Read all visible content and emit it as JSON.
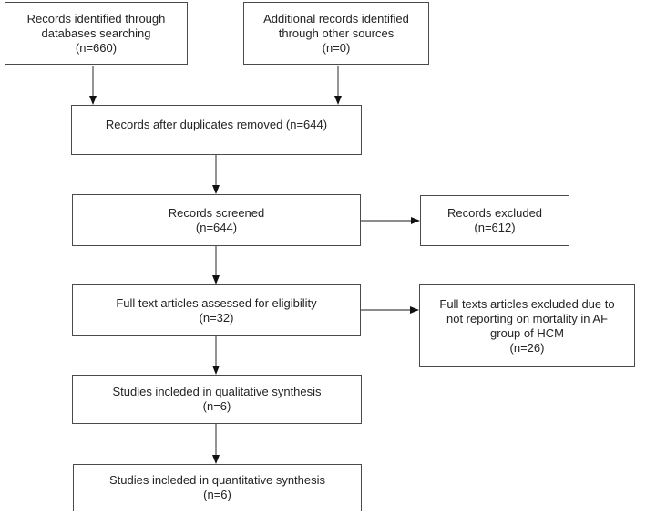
{
  "flowchart": {
    "boxes": [
      {
        "name": "records-identified",
        "lines": [
          "Records identified through",
          "databases searching",
          "(n=660)"
        ]
      },
      {
        "name": "additional-records",
        "lines": [
          "Additional records identified",
          "through other sources",
          "(n=0)"
        ]
      },
      {
        "name": "records-after-duplicates",
        "lines": [
          "Records after duplicates removed (n=644)"
        ]
      },
      {
        "name": "records-screened",
        "lines": [
          "Records screened",
          "(n=644)"
        ]
      },
      {
        "name": "records-excluded",
        "lines": [
          "Records excluded",
          "(n=612)"
        ]
      },
      {
        "name": "fulltext-assessed",
        "lines": [
          "Full text articles assessed for eligibility",
          "(n=32)"
        ]
      },
      {
        "name": "fulltext-excluded",
        "lines": [
          "Full texts articles excluded due to",
          "not reporting on mortality in AF",
          "group of HCM",
          "(n=26)"
        ]
      },
      {
        "name": "qualitative-synthesis",
        "lines": [
          "Studies incleded in qualitative synthesis",
          "(n=6)"
        ]
      },
      {
        "name": "quantitative-synthesis",
        "lines": [
          "Studies incleded in quantitative synthesis",
          "(n=6)"
        ]
      }
    ]
  },
  "colors": {
    "background": "#ffffff",
    "box_border": "#4a4a4a",
    "text": "#232323",
    "arrow_stem": "#666666",
    "arrow_head": "#111111"
  }
}
